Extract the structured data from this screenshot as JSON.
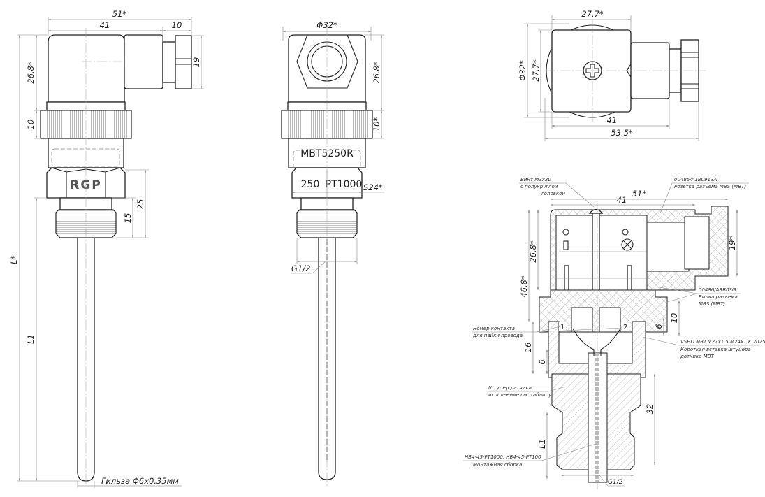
{
  "view_front": {
    "dims": {
      "overall_width": "51*",
      "body_width": "41",
      "cable_gland": "10",
      "height_top": "26.8*",
      "height_ring": "10",
      "gland_height": "19",
      "total_length": "L*",
      "immersion_length": "L1",
      "hex_to_end": "25",
      "thread_length": "15"
    },
    "logo_text": "RGP",
    "sleeve_note": "Гильза Φ6x0.35мм"
  },
  "view_side": {
    "dims": {
      "diameter": "Φ32*",
      "height_top": "26.8*",
      "height_ring": "10*",
      "hex_size": "S24*",
      "thread": "G1/2"
    },
    "model_label": "MBT5250R",
    "length_label": "250",
    "sensor_label": "PT1000"
  },
  "view_top": {
    "dims": {
      "width_top": "27.7*",
      "diameter": "Φ32*",
      "height_side": "27.7*",
      "body_width": "41",
      "overall_width": "53.5*"
    }
  },
  "view_section": {
    "dims": {
      "overall_width": "51*",
      "body_width": "41",
      "gland_height": "19*",
      "height_top": "26.8*",
      "height_total": "46.8*",
      "dim_10": "10",
      "dim_6_right": "6",
      "dim_16": "16",
      "dim_6_left": "6",
      "dim_32": "32",
      "immersion_length": "L1",
      "thread": "G1/2"
    },
    "contact_numbers": [
      "1",
      "2"
    ],
    "callouts": {
      "screw_line1": "Винт М3х30",
      "screw_line2": "с полукруглой",
      "screw_line3": "головкой",
      "socket_code": "00485/A1B0913A",
      "socket_name": "Розетка разъема MBS (MBT)",
      "plug_code": "00486/ARB03G",
      "plug_name_line1": "Вилка разъема",
      "plug_name_line2": "MBS (MBT)",
      "contact_line1": "Номер контакта",
      "contact_line2": "для пайки провода",
      "insert_code": "VSHD.MBT.M27x1.5.M24x1.K.2025",
      "insert_name_line1": "Короткая вставка штуцера",
      "insert_name_line2": "датчика MBT",
      "fitting_line1": "Штуцер датчика",
      "fitting_line2": "исполнение см. таблицу",
      "assembly_code": "HB4-45-PT1000, HB4-45-PT100",
      "assembly_name": "Монтажная сборка"
    }
  }
}
